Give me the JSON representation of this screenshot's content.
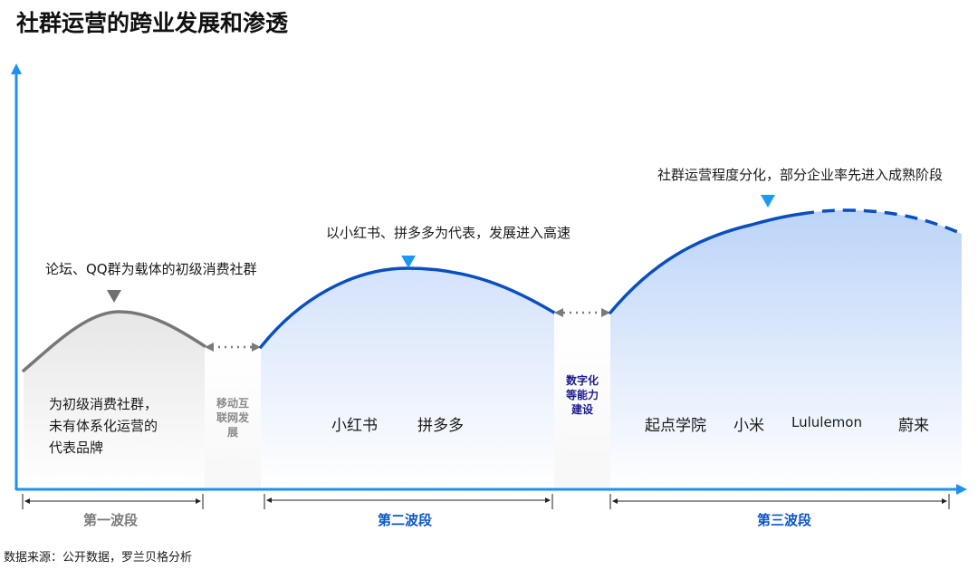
{
  "title": "社群运营的跨业发展和渗透",
  "source": "数据来源：公开数据，罗兰贝格分析",
  "colors": {
    "axis": "#1e90f0",
    "wave1_line": "#777777",
    "wave2_line": "#0a4fbf",
    "wave3_line": "#0a4fbf",
    "marker_gray": "#707070",
    "marker_blue": "#1a9bf0",
    "gap_gray_text": "#8a8a8a",
    "gap_navy_text": "#1a1a8c",
    "wave1_label": "#7a7a7a",
    "wave2_label": "#0a56c8",
    "wave3_label": "#0a56c8"
  },
  "waves": [
    {
      "name": "第一波段",
      "annotation": "论坛、QQ群为载体的初级消费社群",
      "description_lines": [
        "为初级消费社群，",
        "未有体系化运营的",
        "代表品牌"
      ],
      "brands": []
    },
    {
      "name": "第二波段",
      "annotation": "以小红书、拼多多为代表，发展进入高速",
      "brands": [
        "小红书",
        "拼多多"
      ]
    },
    {
      "name": "第三波段",
      "annotation": "社群运营程度分化，部分企业率先进入成熟阶段",
      "brands": [
        "起点学院",
        "小米",
        "Lululemon",
        "蔚来"
      ]
    }
  ],
  "transitions": [
    {
      "lines": [
        "移动互",
        "联网发",
        "展"
      ]
    },
    {
      "lines": [
        "数字化",
        "等能力",
        "建设"
      ]
    }
  ]
}
